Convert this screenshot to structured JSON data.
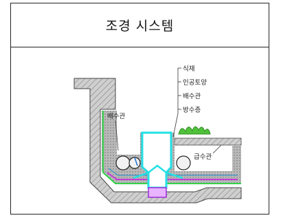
{
  "title": "조경 시스템",
  "diagram": {
    "legend_items": [
      "식재",
      "인공토양",
      "배수관",
      "방수층"
    ],
    "label_drain_pipe": "배수관",
    "label_supply_pipe": "급수관"
  }
}
